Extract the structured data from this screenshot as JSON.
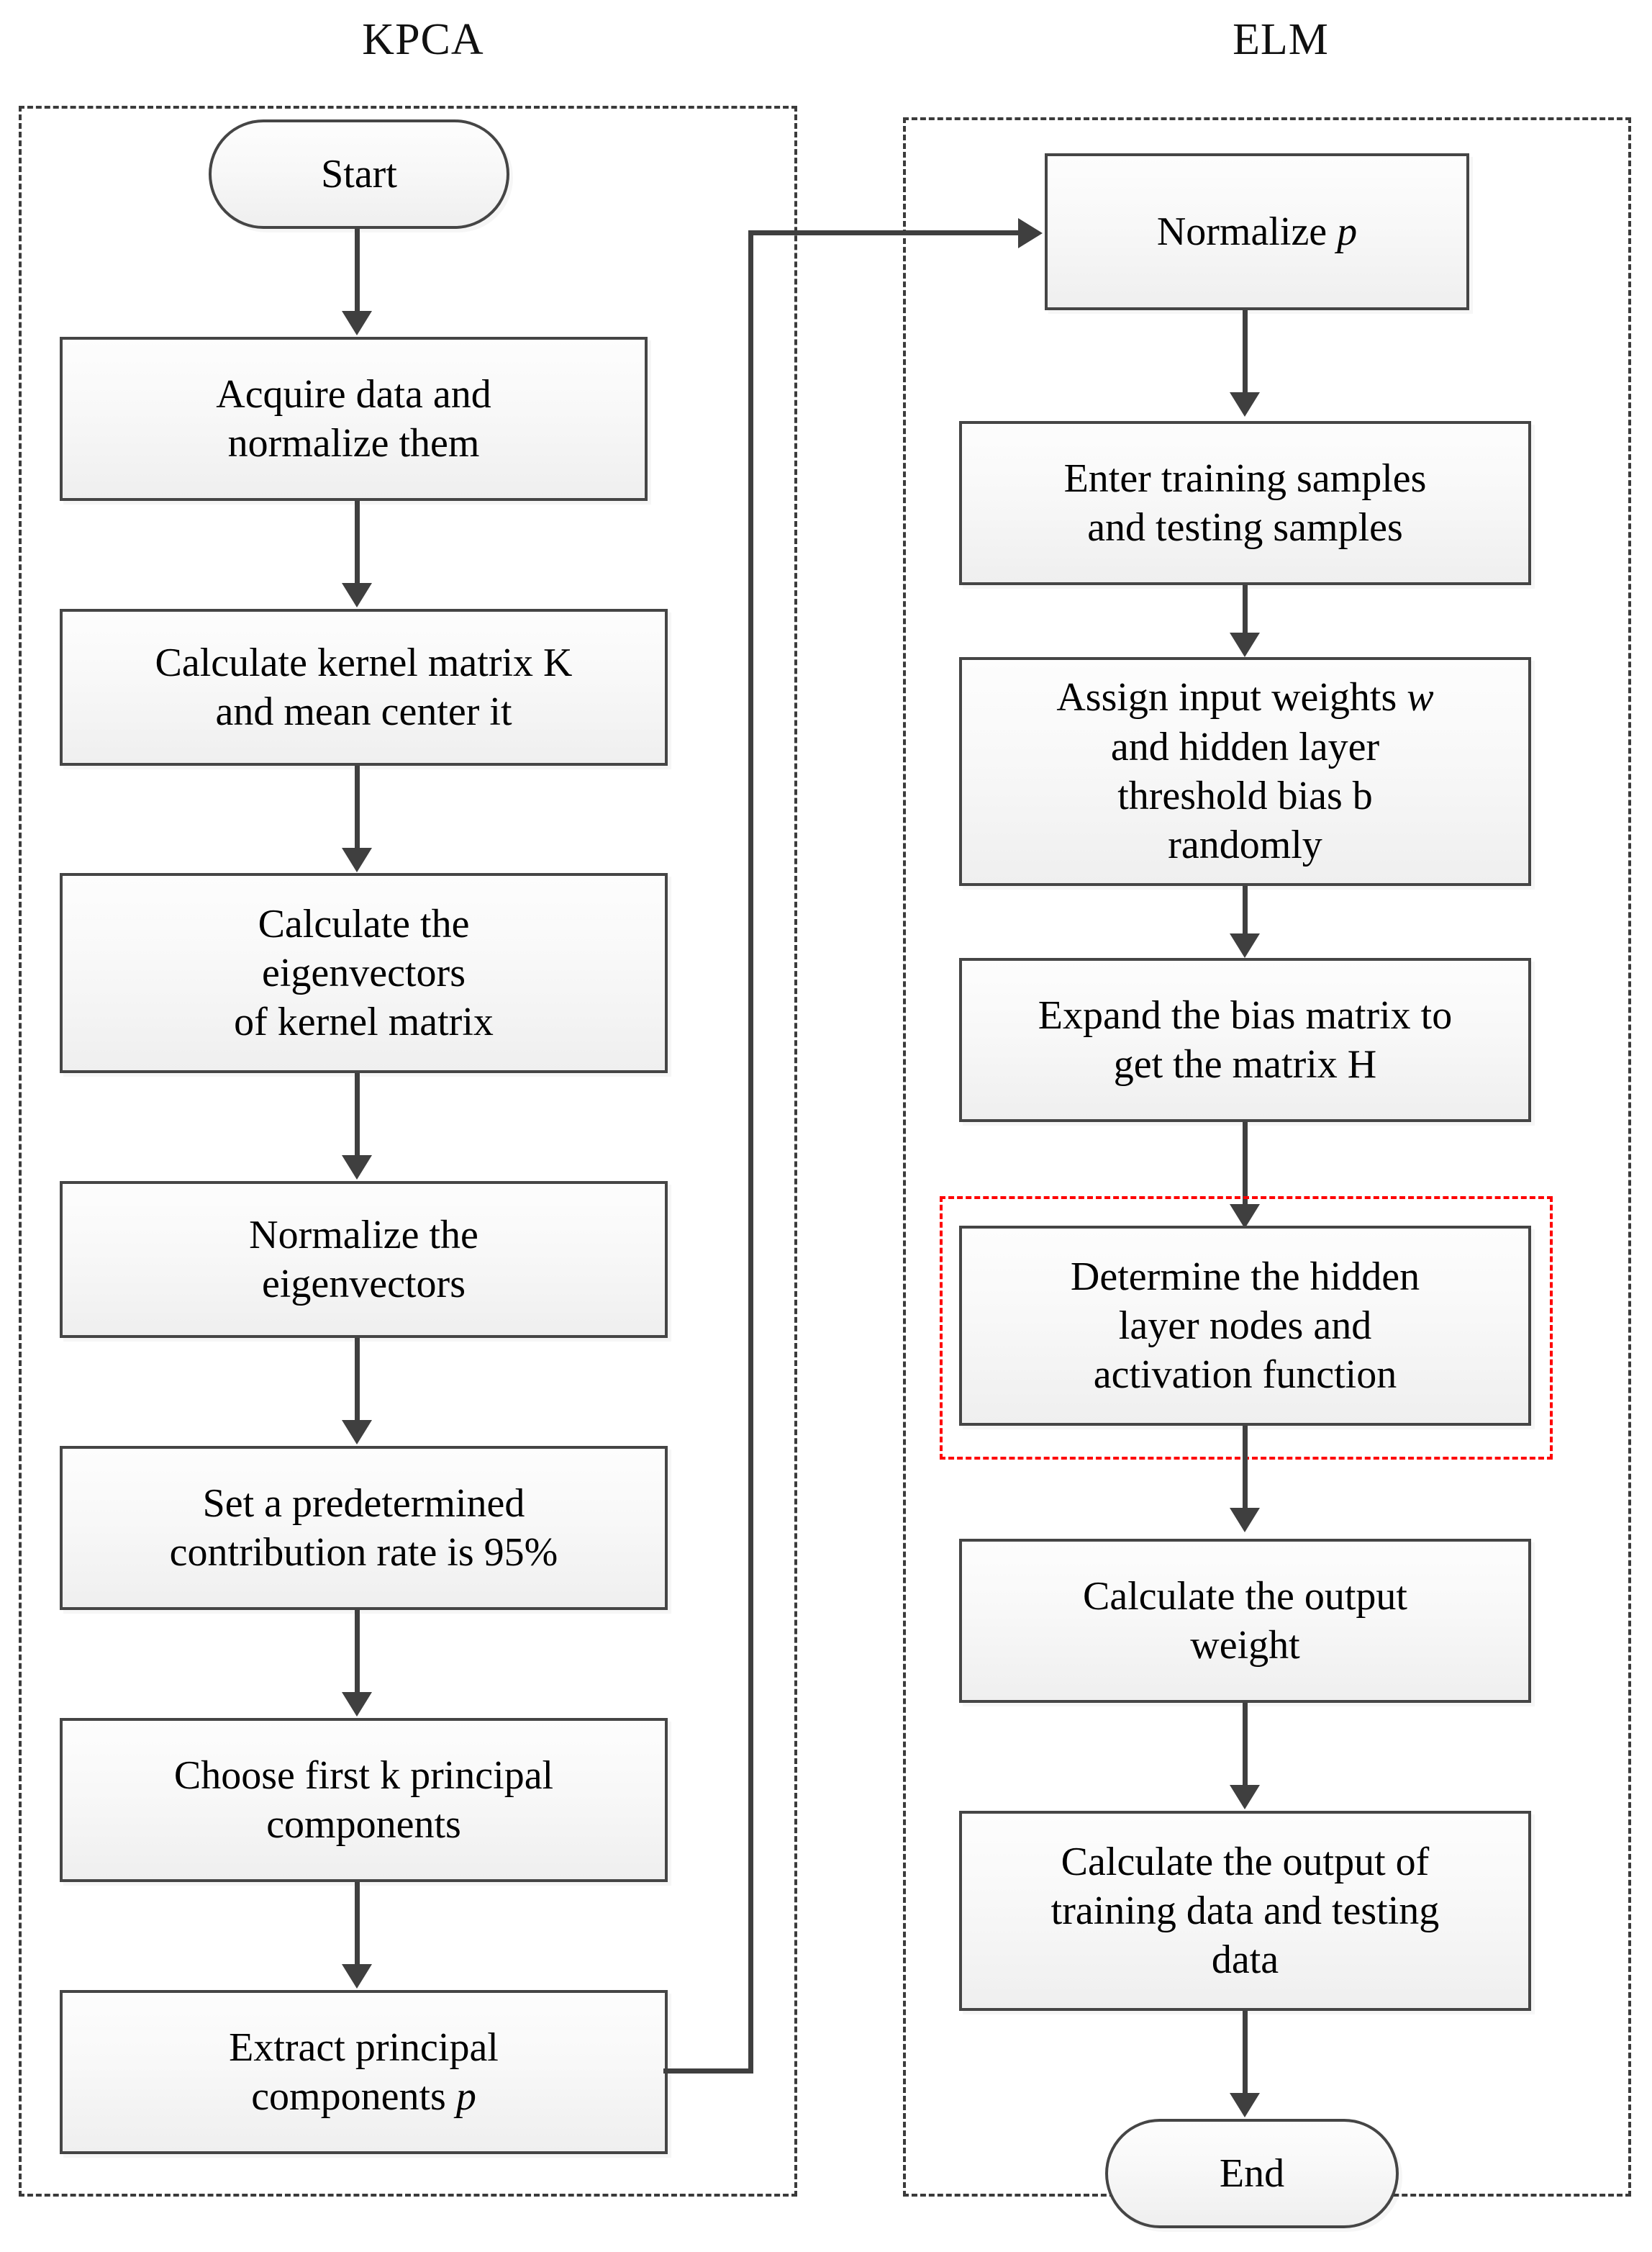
{
  "titles": {
    "left": "KPCA",
    "right": "ELM"
  },
  "kpca": {
    "nodes": [
      {
        "id": "start",
        "label": "Start",
        "shape": "terminator"
      },
      {
        "id": "acquire",
        "label": "Acquire data and\nnormalize them",
        "shape": "process"
      },
      {
        "id": "kernel",
        "label": "Calculate kernel matrix K\nand mean center it",
        "shape": "process"
      },
      {
        "id": "eigenvectors",
        "label": "Calculate  the\neigenvectors\nof kernel matrix",
        "shape": "process"
      },
      {
        "id": "normalize-ev",
        "label": "Normalize the\neigenvectors",
        "shape": "process"
      },
      {
        "id": "contribution",
        "label": "Set a predetermined\ncontribution rate is  95%",
        "shape": "process"
      },
      {
        "id": "choose-k",
        "label": "Choose first k principal\ncomponents",
        "shape": "process"
      },
      {
        "id": "extract",
        "label": "Extract principal\ncomponents p",
        "shape": "process",
        "italic_tail": "p"
      }
    ]
  },
  "elm": {
    "nodes": [
      {
        "id": "normalize-p",
        "label": "Normalize p",
        "shape": "process",
        "italic_tail": "p"
      },
      {
        "id": "enter-samples",
        "label": "Enter training samples\nand testing samples",
        "shape": "process"
      },
      {
        "id": "assign-w-b",
        "label": "Assign input weights w\nand hidden layer\nthreshold bias b\nrandomly",
        "shape": "process"
      },
      {
        "id": "expand-bias",
        "label": "Expand the bias matrix to\nget the matrix H",
        "shape": "process"
      },
      {
        "id": "determine",
        "label": "Determine the  hidden\nlayer nodes and\nactivation function",
        "shape": "process",
        "highlighted": true
      },
      {
        "id": "output-weight",
        "label": "Calculate the output\nweight",
        "shape": "process"
      },
      {
        "id": "output-data",
        "label": "Calculate the output of\ntraining data and testing\ndata",
        "shape": "process"
      },
      {
        "id": "end",
        "label": "End",
        "shape": "terminator"
      }
    ]
  },
  "colors": {
    "node_border": "#454545",
    "connector": "#3f3f3f",
    "group_border": "#3b3b3b",
    "highlight": "#ff0000",
    "node_fill_top": "#fdfdfd",
    "node_fill_bottom": "#efefef"
  },
  "connector_note": "KPCA 'Extract principal components p' routes right then up into ELM 'Normalize p'"
}
